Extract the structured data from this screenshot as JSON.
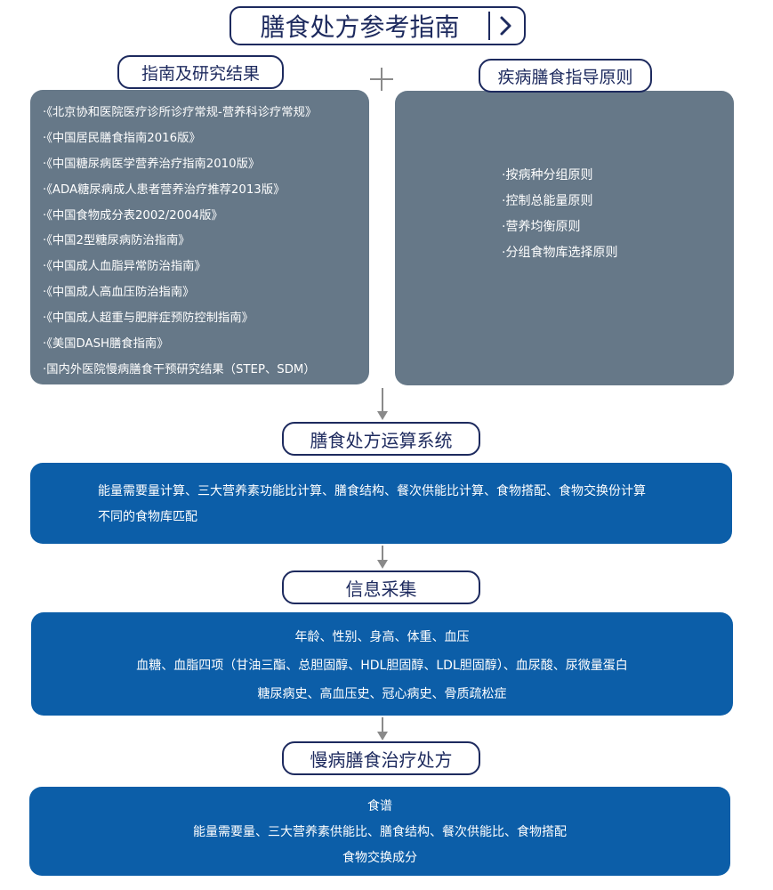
{
  "title": "膳食处方参考指南",
  "guides": {
    "label": "指南及研究结果",
    "items": [
      "·《北京协和医院医疗诊所诊疗常规-营养科诊疗常规》",
      "·《中国居民膳食指南2016版》",
      "·《中国糖尿病医学营养治疗指南2010版》",
      "·《ADA糖尿病成人患者营养治疗推荐2013版》",
      "·《中国食物成分表2002/2004版》",
      "·《中国2型糖尿病防治指南》",
      "·《中国成人血脂异常防治指南》",
      "·《中国成人高血压防治指南》",
      "·《中国成人超重与肥胖症预防控制指南》",
      "·《美国DASH膳食指南》",
      "·国内外医院慢病膳食干预研究结果（STEP、SDM）"
    ]
  },
  "principles": {
    "label": "疾病膳食指导原则",
    "items": [
      "·按病种分组原则",
      "·控制总能量原则",
      "·营养均衡原则",
      "·分组食物库选择原则"
    ]
  },
  "system": {
    "label": "膳食处方运算系统",
    "lines": [
      "能量需要量计算、三大营养素功能比计算、膳食结构、餐次供能比计算、食物搭配、食物交换份计算",
      "不同的食物库匹配"
    ]
  },
  "info": {
    "label": "信息采集",
    "lines": [
      "年龄、性别、身高、体重、血压",
      "血糖、血脂四项（甘油三酯、总胆固醇、HDL胆固醇、LDL胆固醇）、血尿酸、尿微量蛋白",
      "糖尿病史、高血压史、冠心病史、骨质疏松症"
    ]
  },
  "prescription": {
    "label": "慢病膳食治疗处方",
    "lines": [
      "食谱",
      "能量需要量、三大营养素供能比、膳食结构、餐次供能比、食物搭配",
      "食物交换成分"
    ]
  },
  "colors": {
    "navy": "#1d2a5e",
    "gray_box": "#667888",
    "blue_box": "#0c5ea8",
    "arrow": "#8a8a8a"
  }
}
